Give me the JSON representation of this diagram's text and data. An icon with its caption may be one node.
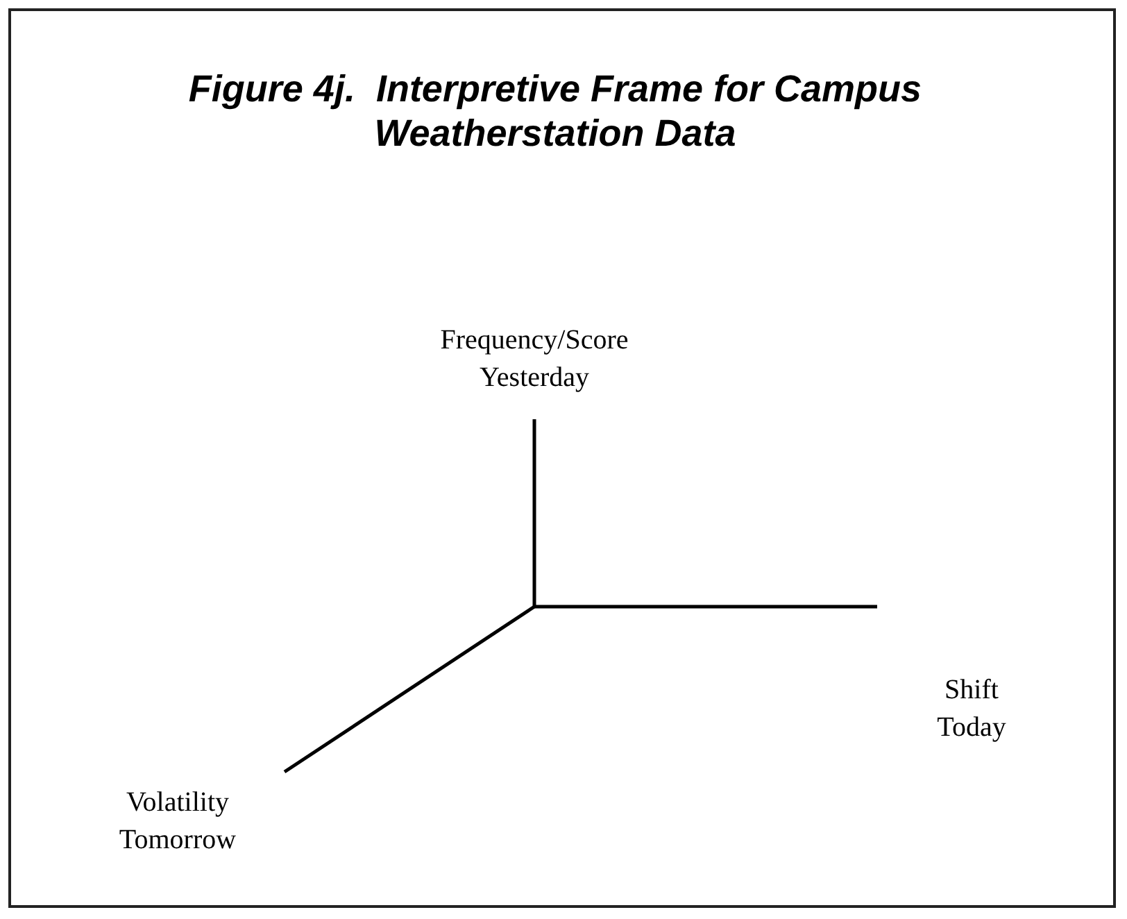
{
  "diagram": {
    "title": "Figure 4j.  Interpretive Frame for Campus Weatherstation Data",
    "labels": [
      "Frequency/Score Yesterday",
      "Shift Today",
      "Volatility Tomorrow"
    ]
  }
}
